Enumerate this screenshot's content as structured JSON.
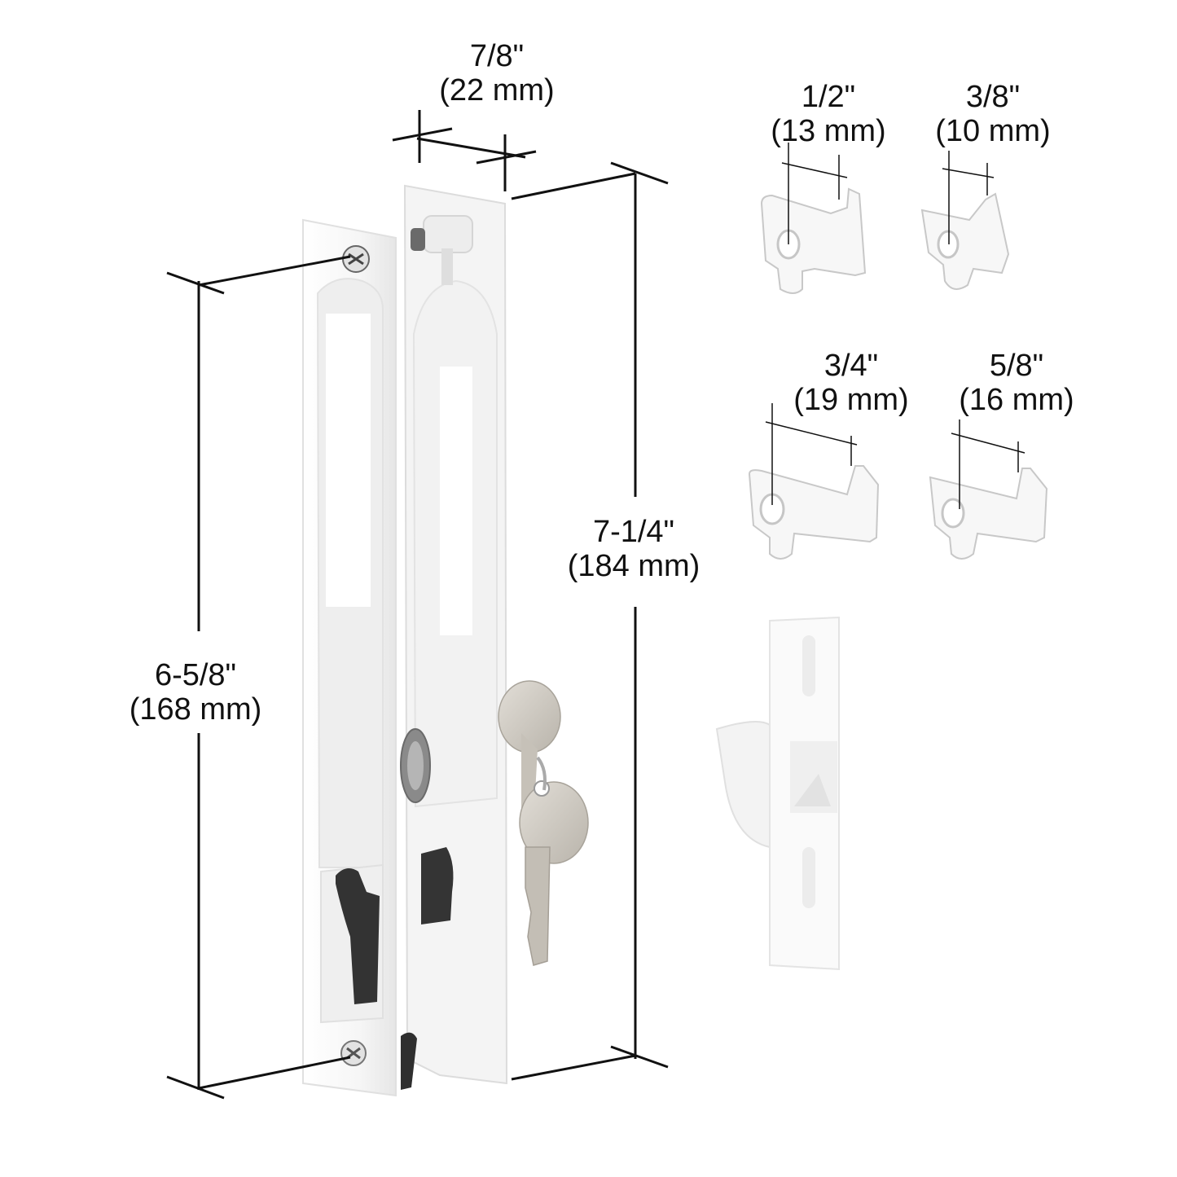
{
  "diagram": {
    "subject": "Sliding door handle set with keyed lock, keeper and four latch hooks",
    "dimensions": {
      "depth": {
        "imperial": "7/8\"",
        "metric": "(22 mm)"
      },
      "overall_height": {
        "imperial": "7-1/4\"",
        "metric": "(184 mm)"
      },
      "hole_spacing": {
        "imperial": "6-5/8\"",
        "metric": "(168 mm)"
      }
    },
    "hooks": [
      {
        "imperial": "1/2\"",
        "metric": "(13 mm)"
      },
      {
        "imperial": "3/8\"",
        "metric": "(10 mm)"
      },
      {
        "imperial": "3/4\"",
        "metric": "(19 mm)"
      },
      {
        "imperial": "5/8\"",
        "metric": "(16 mm)"
      }
    ],
    "parts": [
      "handle-assembly",
      "key-pair",
      "keeper-strike",
      "latch-hook-1-2",
      "latch-hook-3-8",
      "latch-hook-3-4",
      "latch-hook-5-8"
    ],
    "colors": {
      "line": "#111111",
      "part": "#f7f7f7",
      "shade": "#d8d8d8",
      "dark": "#3a3a3a",
      "key": "#c9c4bb"
    }
  }
}
